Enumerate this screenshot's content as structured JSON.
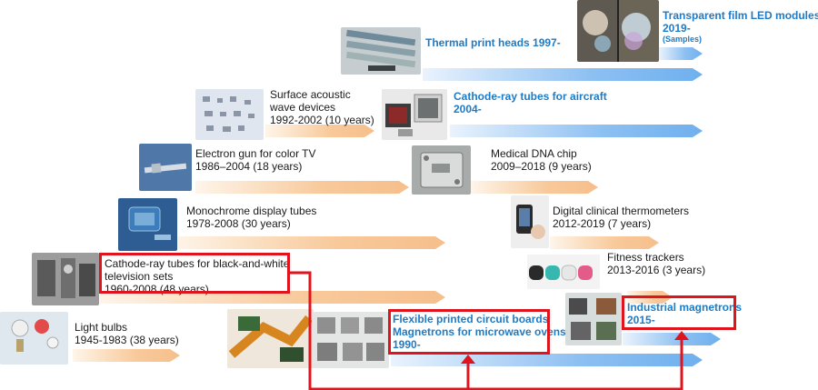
{
  "products": {
    "transparent_led": {
      "title": "Transparent film LED modules",
      "years": "2019-",
      "note": "(Samples)"
    },
    "thermal_print": {
      "title": "Thermal print heads 1997-"
    },
    "saw": {
      "title": "Surface acoustic",
      "title2": "wave devices",
      "years": "1992-2002 (10 years)"
    },
    "crt_aircraft": {
      "title": "Cathode-ray tubes for aircraft",
      "years": "2004-"
    },
    "electron_gun": {
      "title": "Electron gun for color TV",
      "years": "1986–2004 (18 years)"
    },
    "dna_chip": {
      "title": "Medical DNA chip",
      "years": "2009–2018 (9 years)"
    },
    "monochrome": {
      "title": "Monochrome display tubes",
      "years": "1978-2008 (30 years)"
    },
    "thermometer": {
      "title": "Digital clinical thermometers",
      "years": "2012-2019 (7 years)"
    },
    "crt_bw": {
      "title": "Cathode-ray tubes for black-and-white",
      "title2": "television sets",
      "years": "1960-2008 (48 years)"
    },
    "fitness": {
      "title": "Fitness trackers",
      "years": "2013-2016 (3 years)"
    },
    "light_bulbs": {
      "title": "Light bulbs",
      "years": "1945-1983 (38 years)"
    },
    "fpc": {
      "title": "Flexible printed circuit boards",
      "title2": "Magnetrons for microwave ovens",
      "years": "1990-"
    },
    "magnetrons": {
      "title": "Industrial magnetrons",
      "years": "2015-"
    }
  },
  "colors": {
    "blue_text": "#1e7bc6",
    "highlight": "#e0141c",
    "orange_arrow": "#f6bf8c",
    "blue_arrow": "#6fb0ee"
  }
}
